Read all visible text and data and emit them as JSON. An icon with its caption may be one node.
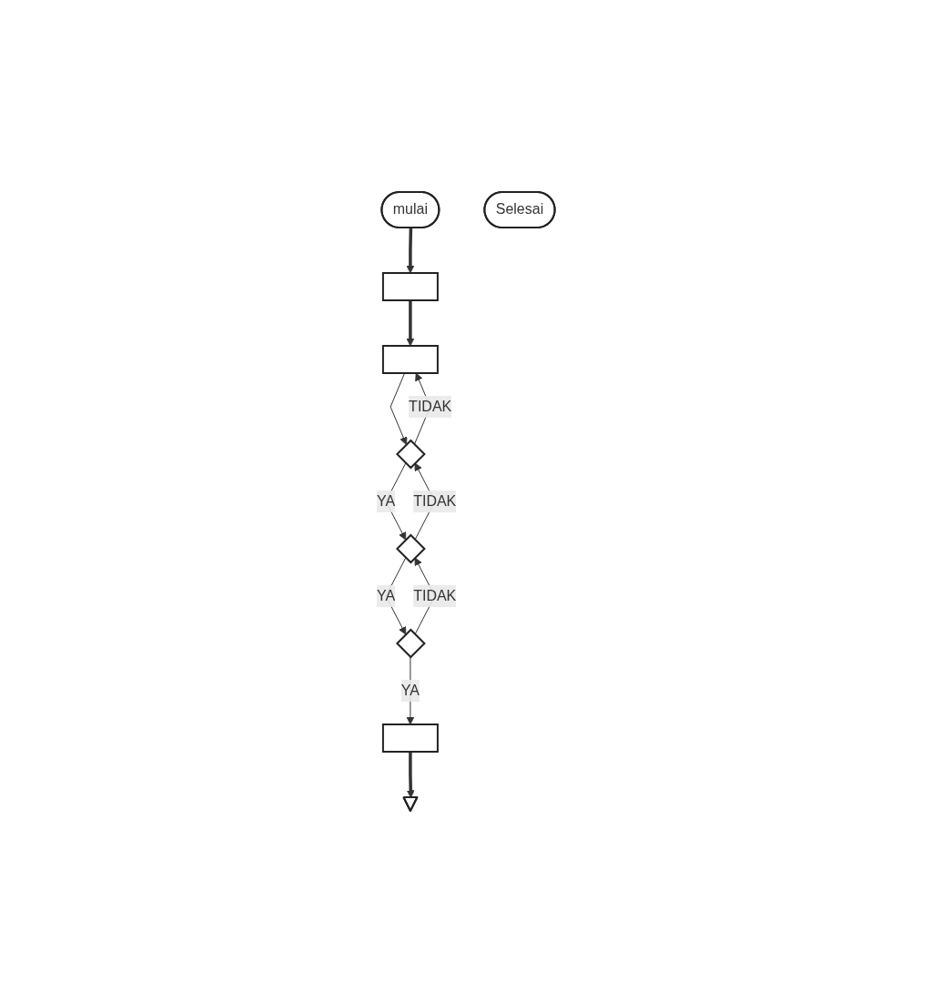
{
  "diagram": {
    "nodes": [
      {
        "text": [
          "mulai"
        ]
      },
      {
        "text": [],
        "shape": "box"
      },
      {
        "text": [],
        "shape": "box"
      },
      {
        "text": [],
        "shape": "diamond"
      },
      {
        "text": [],
        "shape": "diamond"
      },
      {
        "text": [],
        "shape": "diamond"
      },
      {
        "text": [],
        "shape": "box"
      },
      {
        "text": [],
        "shape": "triangle"
      },
      {
        "text": [
          "Selesai"
        ]
      }
    ],
    "edges": [
      {
        "from": 0,
        "to": 1,
        "arrow": "to",
        "style": "thick"
      },
      {
        "from": 1,
        "to": 2,
        "arrow": "to",
        "style": "thick"
      },
      {
        "from": 2,
        "to": 3,
        "arrow": "to"
      },
      {
        "from": 3,
        "to": 2,
        "label": "TIDAK",
        "arrow": "to"
      },
      {
        "from": 3,
        "to": 4,
        "label": "YA",
        "arrow": "to"
      },
      {
        "from": 4,
        "to": 3,
        "label": "TIDAK",
        "arrow": "to"
      },
      {
        "from": 4,
        "to": 5,
        "label": "YA",
        "arrow": "to"
      },
      {
        "from": 5,
        "to": 4,
        "label": "TIDAK",
        "arrow": "to"
      },
      {
        "from": 5,
        "to": 6,
        "label": "YA",
        "arrow": "to"
      },
      {
        "from": 6,
        "to": 7,
        "arrow": "to",
        "style": "thick"
      }
    ]
  }
}
